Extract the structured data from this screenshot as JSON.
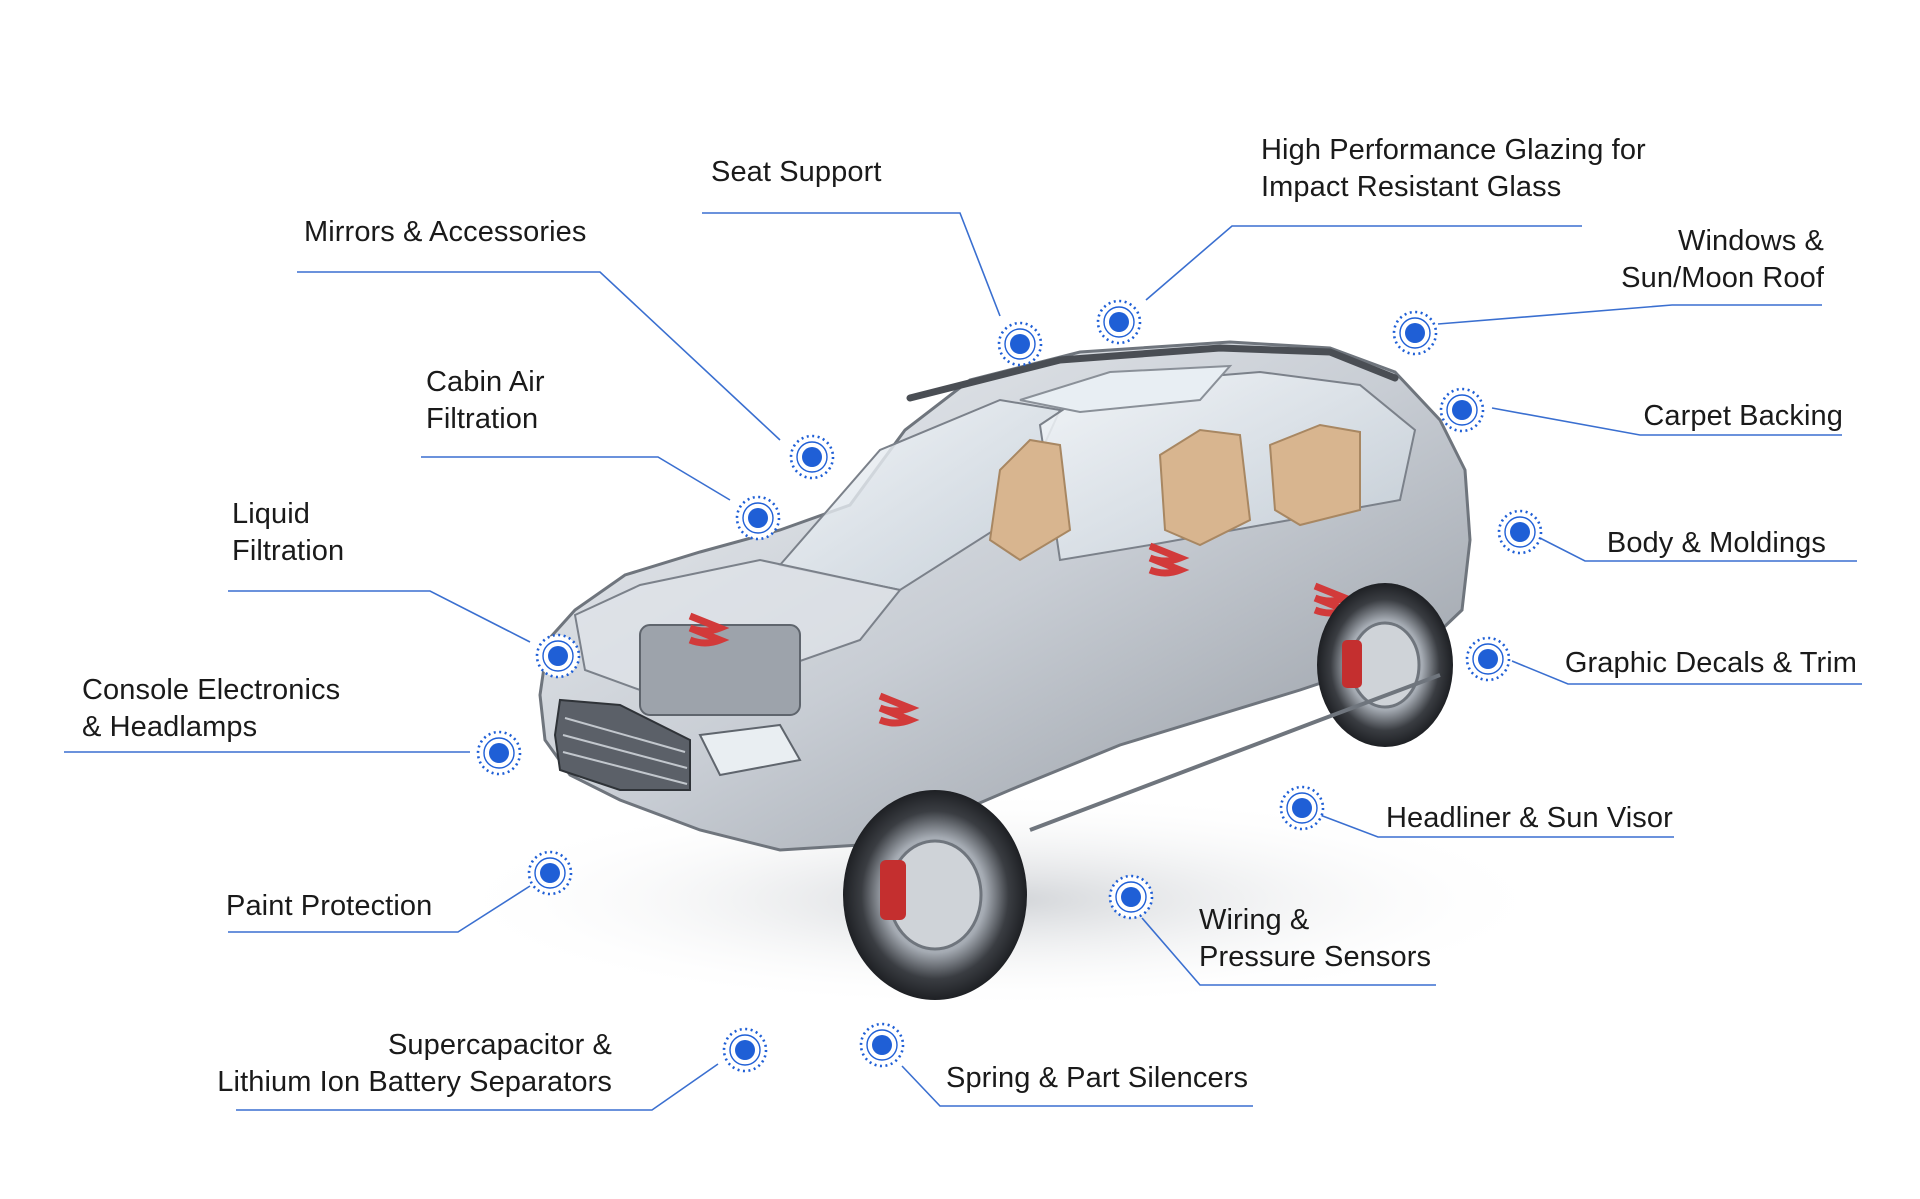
{
  "callouts": [
    {
      "id": "seat-support",
      "lines": [
        "Seat Support"
      ]
    },
    {
      "id": "high-performance-glazing",
      "lines": [
        "High Performance Glazing for",
        "Impact Resistant Glass"
      ]
    },
    {
      "id": "mirrors-accessories",
      "lines": [
        "Mirrors & Accessories"
      ]
    },
    {
      "id": "windows-sunroof",
      "lines": [
        "Windows &",
        "Sun/Moon Roof"
      ]
    },
    {
      "id": "cabin-air-filtration",
      "lines": [
        "Cabin Air",
        "Filtration"
      ]
    },
    {
      "id": "carpet-backing",
      "lines": [
        "Carpet Backing"
      ]
    },
    {
      "id": "liquid-filtration",
      "lines": [
        "Liquid",
        "Filtration"
      ]
    },
    {
      "id": "body-moldings",
      "lines": [
        "Body & Moldings"
      ]
    },
    {
      "id": "graphic-decals-trim",
      "lines": [
        "Graphic Decals & Trim"
      ]
    },
    {
      "id": "console-electronics-headlamps",
      "lines": [
        "Console Electronics",
        "& Headlamps"
      ]
    },
    {
      "id": "headliner-sun-visor",
      "lines": [
        "Headliner & Sun Visor"
      ]
    },
    {
      "id": "paint-protection",
      "lines": [
        "Paint Protection"
      ]
    },
    {
      "id": "wiring-pressure-sensors",
      "lines": [
        "Wiring &",
        "Pressure Sensors"
      ]
    },
    {
      "id": "supercapacitor-battery-separators",
      "lines": [
        "Supercapacitor &",
        "Lithium Ion Battery Separators"
      ]
    },
    {
      "id": "spring-part-silencers",
      "lines": [
        "Spring & Part Silencers"
      ]
    }
  ],
  "colors": {
    "connector": "#3a6fd0",
    "hotspot": "#1f5fd6",
    "text": "#1a1a1a",
    "car_body": "#c7ccd3",
    "car_glass": "#dde6ee",
    "interior": "#d9b894",
    "suspension": "#d23a3a"
  },
  "illustration": {
    "subject": "cutaway-suv",
    "hotspot_icon": "dotted-ring-dot-icon"
  }
}
